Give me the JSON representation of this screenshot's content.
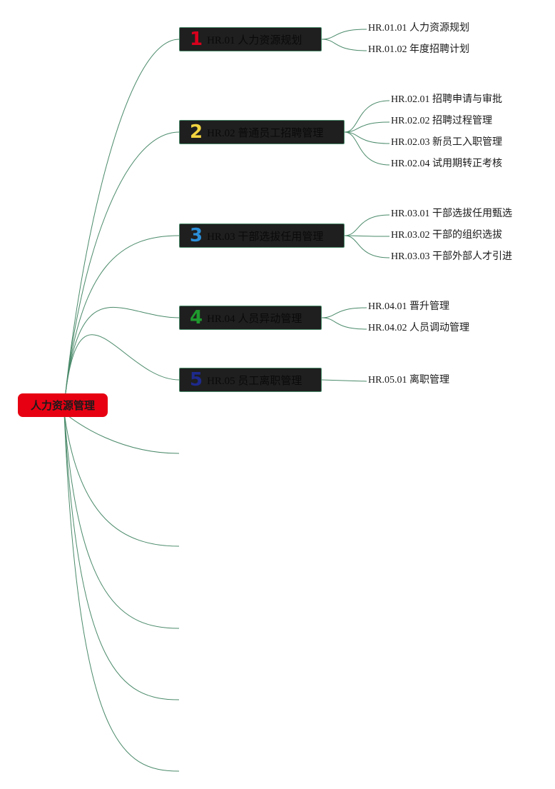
{
  "root": {
    "label": "人力资源管理",
    "color": "#e60012"
  },
  "line_color": "#4a8a6a",
  "branches": [
    {
      "number": "1",
      "number_color": "#d7001d",
      "label": "HR.01 人力资源规划",
      "children": [
        "HR.01.01 人力资源规划",
        "HR.01.02 年度招聘计划"
      ]
    },
    {
      "number": "2",
      "number_color": "#f2d440",
      "label": "HR.02 普通员工招聘管理",
      "children": [
        "HR.02.01 招聘申请与审批",
        "HR.02.02 招聘过程管理",
        "HR.02.03 新员工入职管理",
        "HR.02.04 试用期转正考核"
      ]
    },
    {
      "number": "3",
      "number_color": "#2b8fd8",
      "label": "HR.03 干部选拔任用管理",
      "children": [
        "HR.03.01 干部选拔任用甄选",
        "HR.03.02 干部的组织选拔",
        "HR.03.03 干部外部人才引进"
      ]
    },
    {
      "number": "4",
      "number_color": "#1f9a2e",
      "label": "HR.04 人员异动管理",
      "children": [
        "HR.04.01 晋升管理",
        "HR.04.02 人员调动管理"
      ]
    },
    {
      "number": "5",
      "number_color": "#1e2a8c",
      "label": "HR.05 员工离职管理",
      "children": [
        "HR.05.01 离职管理"
      ]
    }
  ]
}
